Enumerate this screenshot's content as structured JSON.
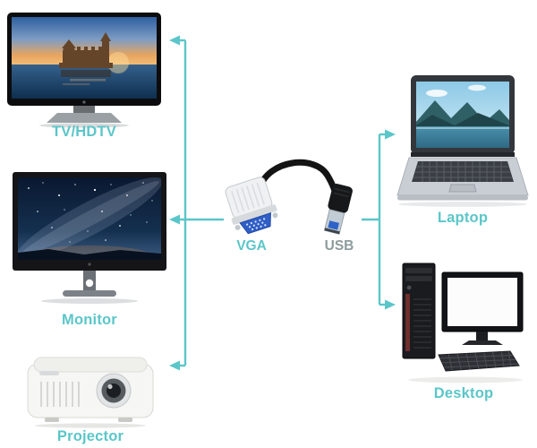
{
  "colors": {
    "accent": "#5bc6c9",
    "usb_label_color": "#8e9b9b"
  },
  "devices": {
    "tv": {
      "label": "TV/HDTV"
    },
    "monitor": {
      "label": "Monitor"
    },
    "projector": {
      "label": "Projector"
    },
    "laptop": {
      "label": "Laptop"
    },
    "desktop": {
      "label": "Desktop"
    }
  },
  "adapter": {
    "vga_label": "VGA",
    "usb_label": "USB"
  },
  "diagram": {
    "vga_connects_to": [
      "TV/HDTV",
      "Monitor",
      "Projector"
    ],
    "usb_connects_to": [
      "Laptop",
      "Desktop"
    ]
  }
}
